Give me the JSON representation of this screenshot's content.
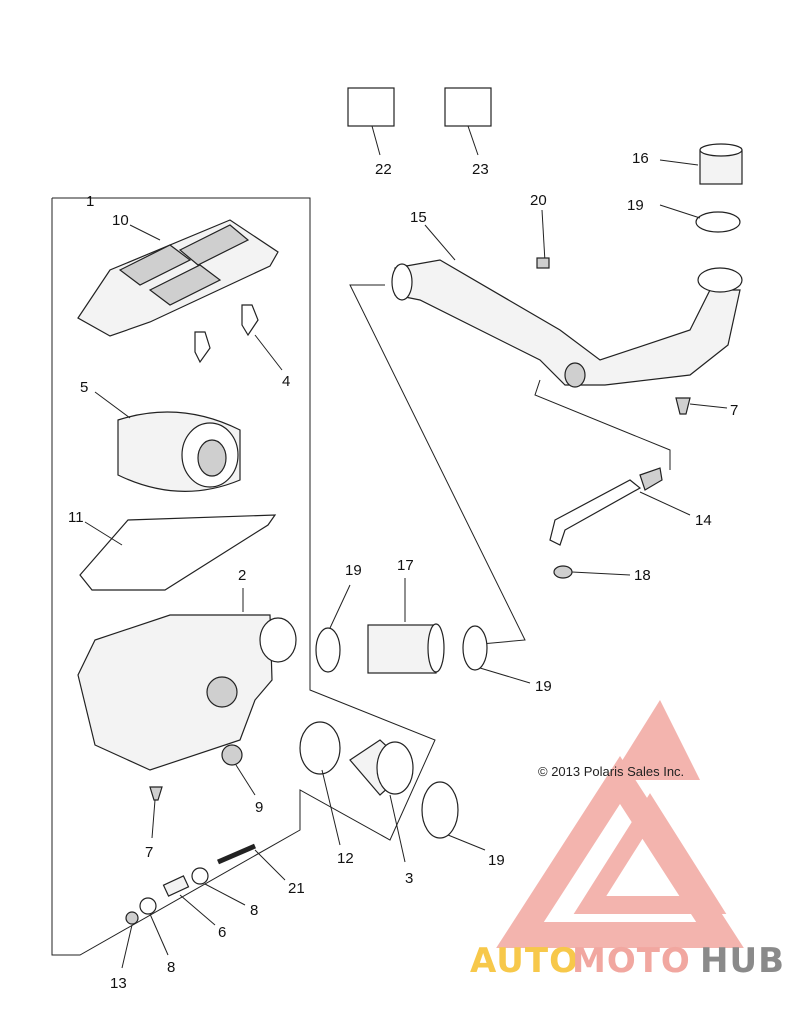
{
  "callouts": {
    "c1": "1",
    "c2": "2",
    "c3": "3",
    "c4": "4",
    "c5": "5",
    "c6": "6",
    "c7a": "7",
    "c7b": "7",
    "c8a": "8",
    "c8b": "8",
    "c9": "9",
    "c10": "10",
    "c11": "11",
    "c12": "12",
    "c13": "13",
    "c14": "14",
    "c15": "15",
    "c16": "16",
    "c17": "17",
    "c18": "18",
    "c19a": "19",
    "c19b": "19",
    "c19c": "19",
    "c19d": "19",
    "c20": "20",
    "c21": "21",
    "c22": "22",
    "c23": "23"
  },
  "copyright": "© 2013 Polaris Sales Inc.",
  "watermark": {
    "part_a": "AUTO",
    "part_b": "MOTO",
    "part_c": "HUB"
  },
  "colors": {
    "watermark_red": "#f1a7a0",
    "watermark_yellow": "#f7c84a",
    "watermark_gray": "#8a8a8a"
  }
}
